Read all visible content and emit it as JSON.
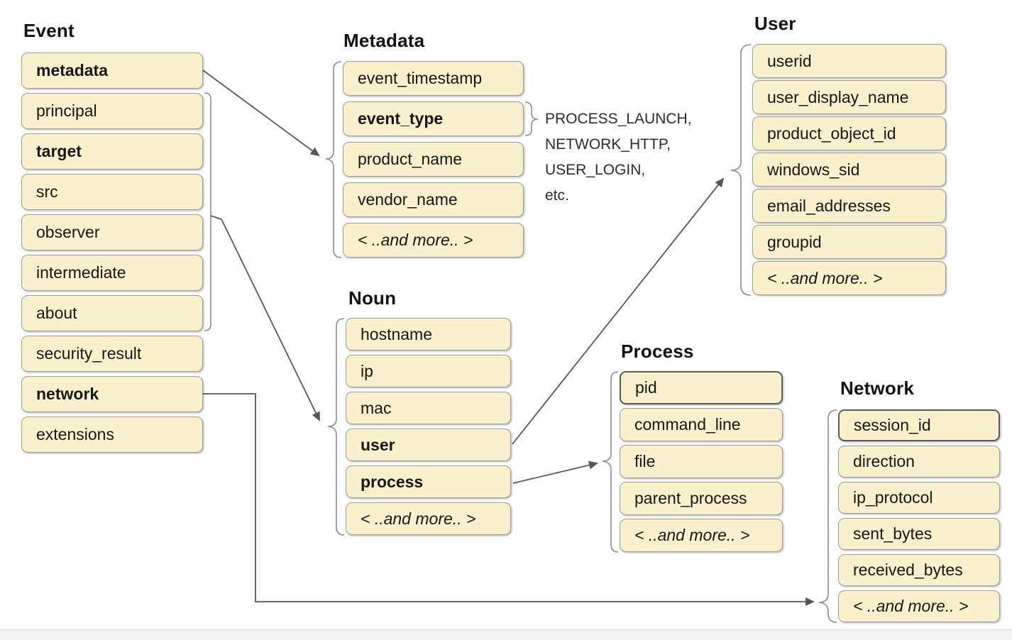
{
  "groups": [
    {
      "title": "Event",
      "items": [
        {
          "label": "metadata",
          "style": "bold"
        },
        {
          "label": "principal",
          "style": "normal"
        },
        {
          "label": "target",
          "style": "bold"
        },
        {
          "label": "src",
          "style": "normal"
        },
        {
          "label": "observer",
          "style": "normal"
        },
        {
          "label": "intermediate",
          "style": "normal"
        },
        {
          "label": "about",
          "style": "normal"
        },
        {
          "label": "security_result",
          "style": "normal"
        },
        {
          "label": "network",
          "style": "bold"
        },
        {
          "label": "extensions",
          "style": "normal"
        }
      ]
    },
    {
      "title": "Metadata",
      "items": [
        {
          "label": "event_timestamp",
          "style": "normal"
        },
        {
          "label": "event_type",
          "style": "bold"
        },
        {
          "label": "product_name",
          "style": "normal"
        },
        {
          "label": "vendor_name",
          "style": "normal"
        },
        {
          "label": "< ..and more.. >",
          "style": "italic"
        }
      ]
    },
    {
      "title": "Noun",
      "items": [
        {
          "label": "hostname",
          "style": "normal"
        },
        {
          "label": "ip",
          "style": "normal"
        },
        {
          "label": "mac",
          "style": "normal"
        },
        {
          "label": "user",
          "style": "bold"
        },
        {
          "label": "process",
          "style": "bold"
        },
        {
          "label": "< ..and more.. >",
          "style": "italic"
        }
      ]
    },
    {
      "title": "User",
      "items": [
        {
          "label": "userid",
          "style": "normal"
        },
        {
          "label": "user_display_name",
          "style": "normal"
        },
        {
          "label": "product_object_id",
          "style": "normal"
        },
        {
          "label": "windows_sid",
          "style": "normal"
        },
        {
          "label": "email_addresses",
          "style": "normal"
        },
        {
          "label": "groupid",
          "style": "normal"
        },
        {
          "label": "< ..and more.. >",
          "style": "italic"
        }
      ]
    },
    {
      "title": "Process",
      "items": [
        {
          "label": "pid",
          "style": "normal"
        },
        {
          "label": "command_line",
          "style": "normal"
        },
        {
          "label": "file",
          "style": "normal"
        },
        {
          "label": "parent_process",
          "style": "normal"
        },
        {
          "label": "< ..and more.. >",
          "style": "italic"
        }
      ]
    },
    {
      "title": "Network",
      "items": [
        {
          "label": "session_id",
          "style": "normal"
        },
        {
          "label": "direction",
          "style": "normal"
        },
        {
          "label": "ip_protocol",
          "style": "normal"
        },
        {
          "label": "sent_bytes",
          "style": "normal"
        },
        {
          "label": "received_bytes",
          "style": "normal"
        },
        {
          "label": "< ..and more.. >",
          "style": "italic"
        }
      ]
    }
  ],
  "event_type_note": {
    "lines": [
      "PROCESS_LAUNCH,",
      "NETWORK_HTTP,",
      "USER_LOGIN,",
      "etc."
    ]
  },
  "colors": {
    "box_fill": "#FBF0CC",
    "box_border": "#9B9B9B",
    "box_border_emphasis": "#5A5A5A",
    "connector": "#54585A",
    "brace": "#8C8C8C",
    "text": "#1F1F1F",
    "bottom_bar_fill": "#F2F3F3",
    "bottom_bar_border": "#DCDCDC"
  }
}
